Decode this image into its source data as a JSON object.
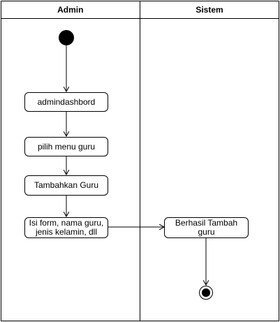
{
  "lanes": {
    "admin": "Admin",
    "sistem": "Sistem"
  },
  "nodes": {
    "dashboard": "admindashbord",
    "menu_guru": "pilih menu guru",
    "tambah_guru": "Tambahkan Guru",
    "isi_form_line1": "Isi form, nama guru,",
    "isi_form_line2": "jenis kelamin, dll",
    "berhasil": "Berhasil Tambah guru"
  },
  "colors": {
    "stroke": "#000000",
    "fill": "#ffffff"
  }
}
